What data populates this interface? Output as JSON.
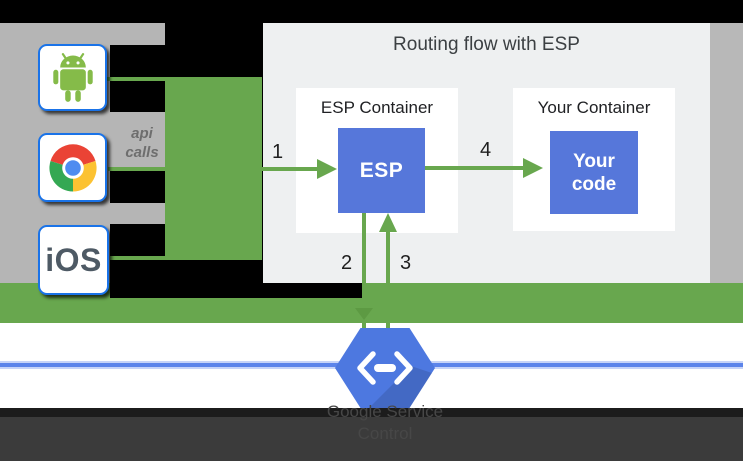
{
  "diagram": {
    "title": "Routing flow with ESP",
    "api_calls_label": "api calls",
    "clients": [
      {
        "id": "android",
        "icon": "android-icon",
        "label": ""
      },
      {
        "id": "chrome",
        "icon": "chrome-icon",
        "label": ""
      },
      {
        "id": "ios",
        "icon": "ios-wordmark",
        "label": "iOS"
      }
    ],
    "containers": {
      "esp": {
        "label": "ESP Container",
        "box_label": "ESP"
      },
      "your": {
        "label": "Your Container",
        "box_label": "Your code"
      }
    },
    "steps": [
      "1",
      "2",
      "3",
      "4"
    ],
    "service": {
      "line1": "Google Service",
      "line2": "Control"
    },
    "icons": {
      "hexagon": "cloud-endpoints-hexagon-icon"
    },
    "colors": {
      "flow_green": "#68a74e",
      "box_blue": "#5677da",
      "client_border_blue": "#1a73e8",
      "panel_gray": "#eef0f1",
      "backdrop_gray": "#b5b5b5",
      "service_line_blue": "#5c84ea",
      "hexagon_blue": "#4d78e0",
      "footer_dark": "#3b3b3b"
    }
  }
}
